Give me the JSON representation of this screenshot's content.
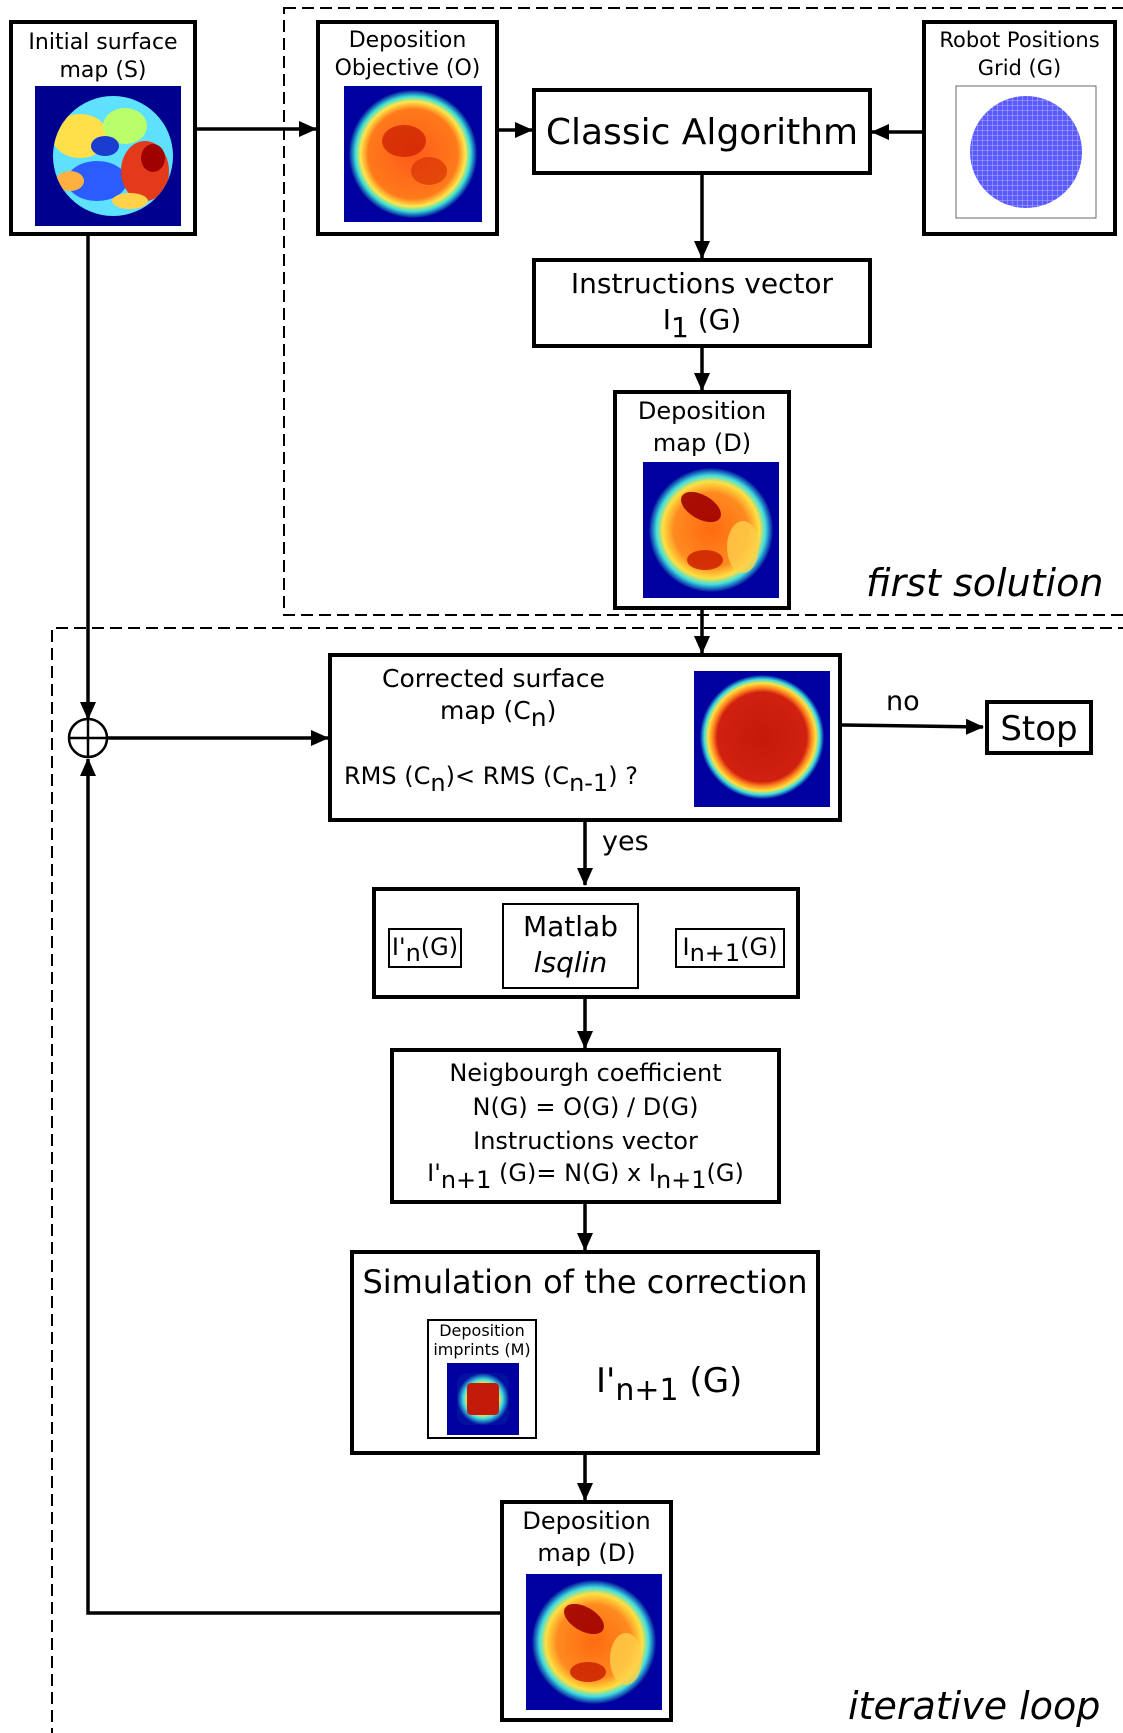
{
  "inputs": {
    "initial_surface": {
      "line1": "Initial surface",
      "line2": "map (S)"
    },
    "deposition_objective": {
      "line1": "Deposition",
      "line2": "Objective (O)"
    },
    "robot_grid": {
      "line1": "Robot Positions",
      "line2": "Grid (G)"
    }
  },
  "first_solution": {
    "label": "first solution",
    "classic_algorithm": "Classic Algorithm",
    "instructions": {
      "line1": "Instructions vector",
      "prefix": "I",
      "sub": "1",
      "suffix": " (G)"
    },
    "deposition_map": {
      "line1": "Deposition",
      "line2": "map (D)"
    }
  },
  "iterative_loop": {
    "label": "iterative loop",
    "corrected": {
      "line1": "Corrected surface",
      "line2_prefix": "map (C",
      "line2_sub": "n",
      "line2_suffix": ")",
      "rms_a": "RMS (C",
      "rms_a_sub": "n",
      "rms_b": ")< RMS (C",
      "rms_b_sub": "n-1",
      "rms_c": ") ?"
    },
    "no_label": "no",
    "stop": "Stop",
    "yes_label": "yes",
    "lsqlin": {
      "input_prefix": "I'",
      "input_sub": "n",
      "input_suffix": "(G)",
      "center_line1": "Matlab",
      "center_line2": "lsqlin",
      "output_prefix": "I",
      "output_sub": "n+1",
      "output_suffix": "(G)"
    },
    "neighbour": {
      "line1": "Neigbourgh coefficient",
      "line2": "N(G) = O(G) / D(G)",
      "line3": "Instructions vector",
      "line4_a": "I'",
      "line4_a_sub": "n+1",
      "line4_b": " (G)= N(G) x I",
      "line4_b_sub": "n+1",
      "line4_c": "(G)"
    },
    "simulation": {
      "title": "Simulation of the correction",
      "imprint_line1": "Deposition",
      "imprint_line2": "imprints (M)",
      "conv_prefix": "I'",
      "conv_sub": "n+1",
      "conv_suffix": " (G)"
    },
    "deposition_map": {
      "line1": "Deposition",
      "line2": "map (D)"
    }
  }
}
